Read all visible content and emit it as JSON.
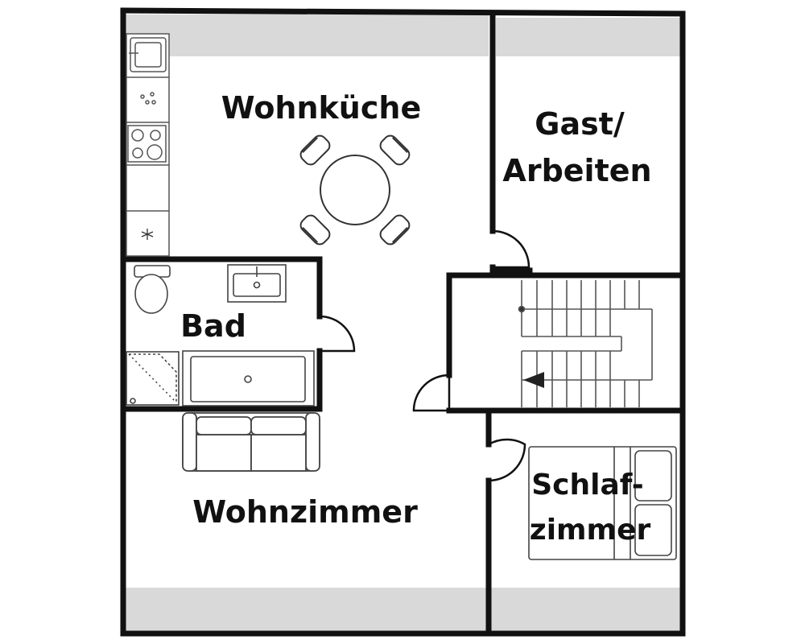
{
  "rooms": {
    "kitchen": "Wohnküche",
    "guest_line1": "Gast/",
    "guest_line2": "Arbeiten",
    "bath": "Bad",
    "living": "Wohnzimmer",
    "bedroom_line1": "Schlaf-",
    "bedroom_line2": "zimmer"
  },
  "colors": {
    "wall": "#111111",
    "slope_shade": "#d9d9d9",
    "fixture_line": "#444444"
  }
}
